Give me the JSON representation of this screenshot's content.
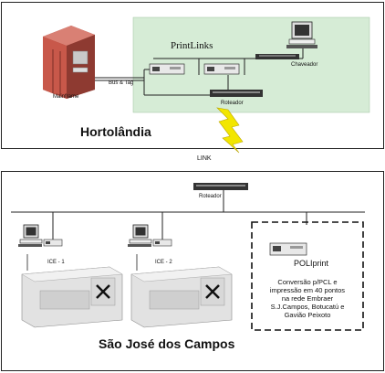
{
  "sites": {
    "top": "Hortolândia",
    "bottom": "São José dos Campos"
  },
  "labels": {
    "mainframe": "Mainframe",
    "bus_tag": "Bus & Tag",
    "printlinks": "PrintLinks",
    "chaveador": "Chaveador",
    "roteador_top": "Roteador",
    "link": "LINK",
    "roteador_bottom": "Roteador",
    "ice1": "ICE - 1",
    "ice2": "ICE - 2",
    "poliprint": "POLIprint"
  },
  "poliprint_description": [
    "Conversão p/PCL e",
    "impressão em 40 pontos",
    "na rede Embraer",
    "S.J.Campos, Botucatú e",
    "Gavião Peixoto"
  ],
  "colors": {
    "green_zone": "#d6ecd6",
    "mainframe": "#c8584a",
    "bolt": "#f2e600"
  }
}
